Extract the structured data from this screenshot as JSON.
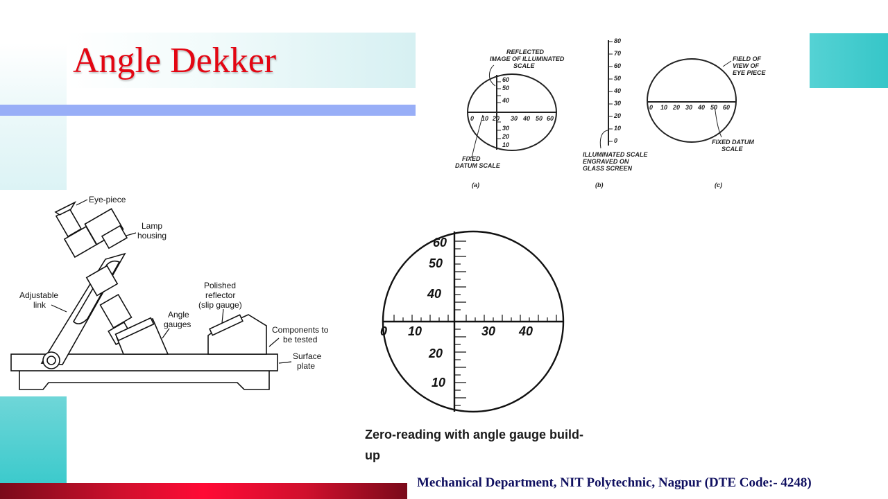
{
  "slide": {
    "title": "Angle Dekker",
    "footer": "Mechanical  Department,  NIT Polytechnic, Nagpur  (DTE Code:- 4248)",
    "colors": {
      "title": "#e30613",
      "blue_bar": "#98aef7",
      "teal_accent": "#3ccacc",
      "bottom_bar": "#ff0a35",
      "footer_text": "#101060"
    }
  },
  "figure_top": {
    "panels": [
      {
        "id": "a",
        "label": "(a)",
        "callouts": [
          "REFLECTED IMAGE OF ILLUMINATED SCALE",
          "FIXED DATUM SCALE"
        ],
        "h_ticks": [
          "0",
          "10",
          "20",
          "30",
          "40",
          "50",
          "60"
        ],
        "v_ticks": [
          "10",
          "20",
          "30",
          "40",
          "50",
          "60"
        ]
      },
      {
        "id": "b",
        "label": "(b)",
        "callouts": [
          "ILLUMINATED SCALE ENGRAVED ON GLASS SCREEN"
        ],
        "v_ticks": [
          "0",
          "10",
          "20",
          "30",
          "40",
          "50",
          "60",
          "70",
          "80"
        ]
      },
      {
        "id": "c",
        "label": "(c)",
        "callouts": [
          "FIELD OF VIEW OF EYE PIECE",
          "FIXED DATUM SCALE"
        ],
        "h_ticks": [
          "0",
          "10",
          "20",
          "30",
          "40",
          "50",
          "60"
        ]
      }
    ]
  },
  "figure_left": {
    "labels": {
      "eyepiece": "Eye-piece",
      "lamp1": "Lamp",
      "lamp2": "housing",
      "link1": "Adjustable",
      "link2": "link",
      "gauges1": "Angle",
      "gauges2": "gauges",
      "reflector1": "Polished",
      "reflector2": "reflector",
      "reflector3": "(slip gauge)",
      "comp1": "Components to",
      "comp2": "be tested",
      "plate1": "Surface",
      "plate2": "plate"
    }
  },
  "figure_reading": {
    "v_labels": [
      "60",
      "50",
      "40",
      "20",
      "10"
    ],
    "h_labels": [
      "0",
      "10",
      "30",
      "40"
    ],
    "caption": "Zero-reading with angle gauge build-up"
  }
}
